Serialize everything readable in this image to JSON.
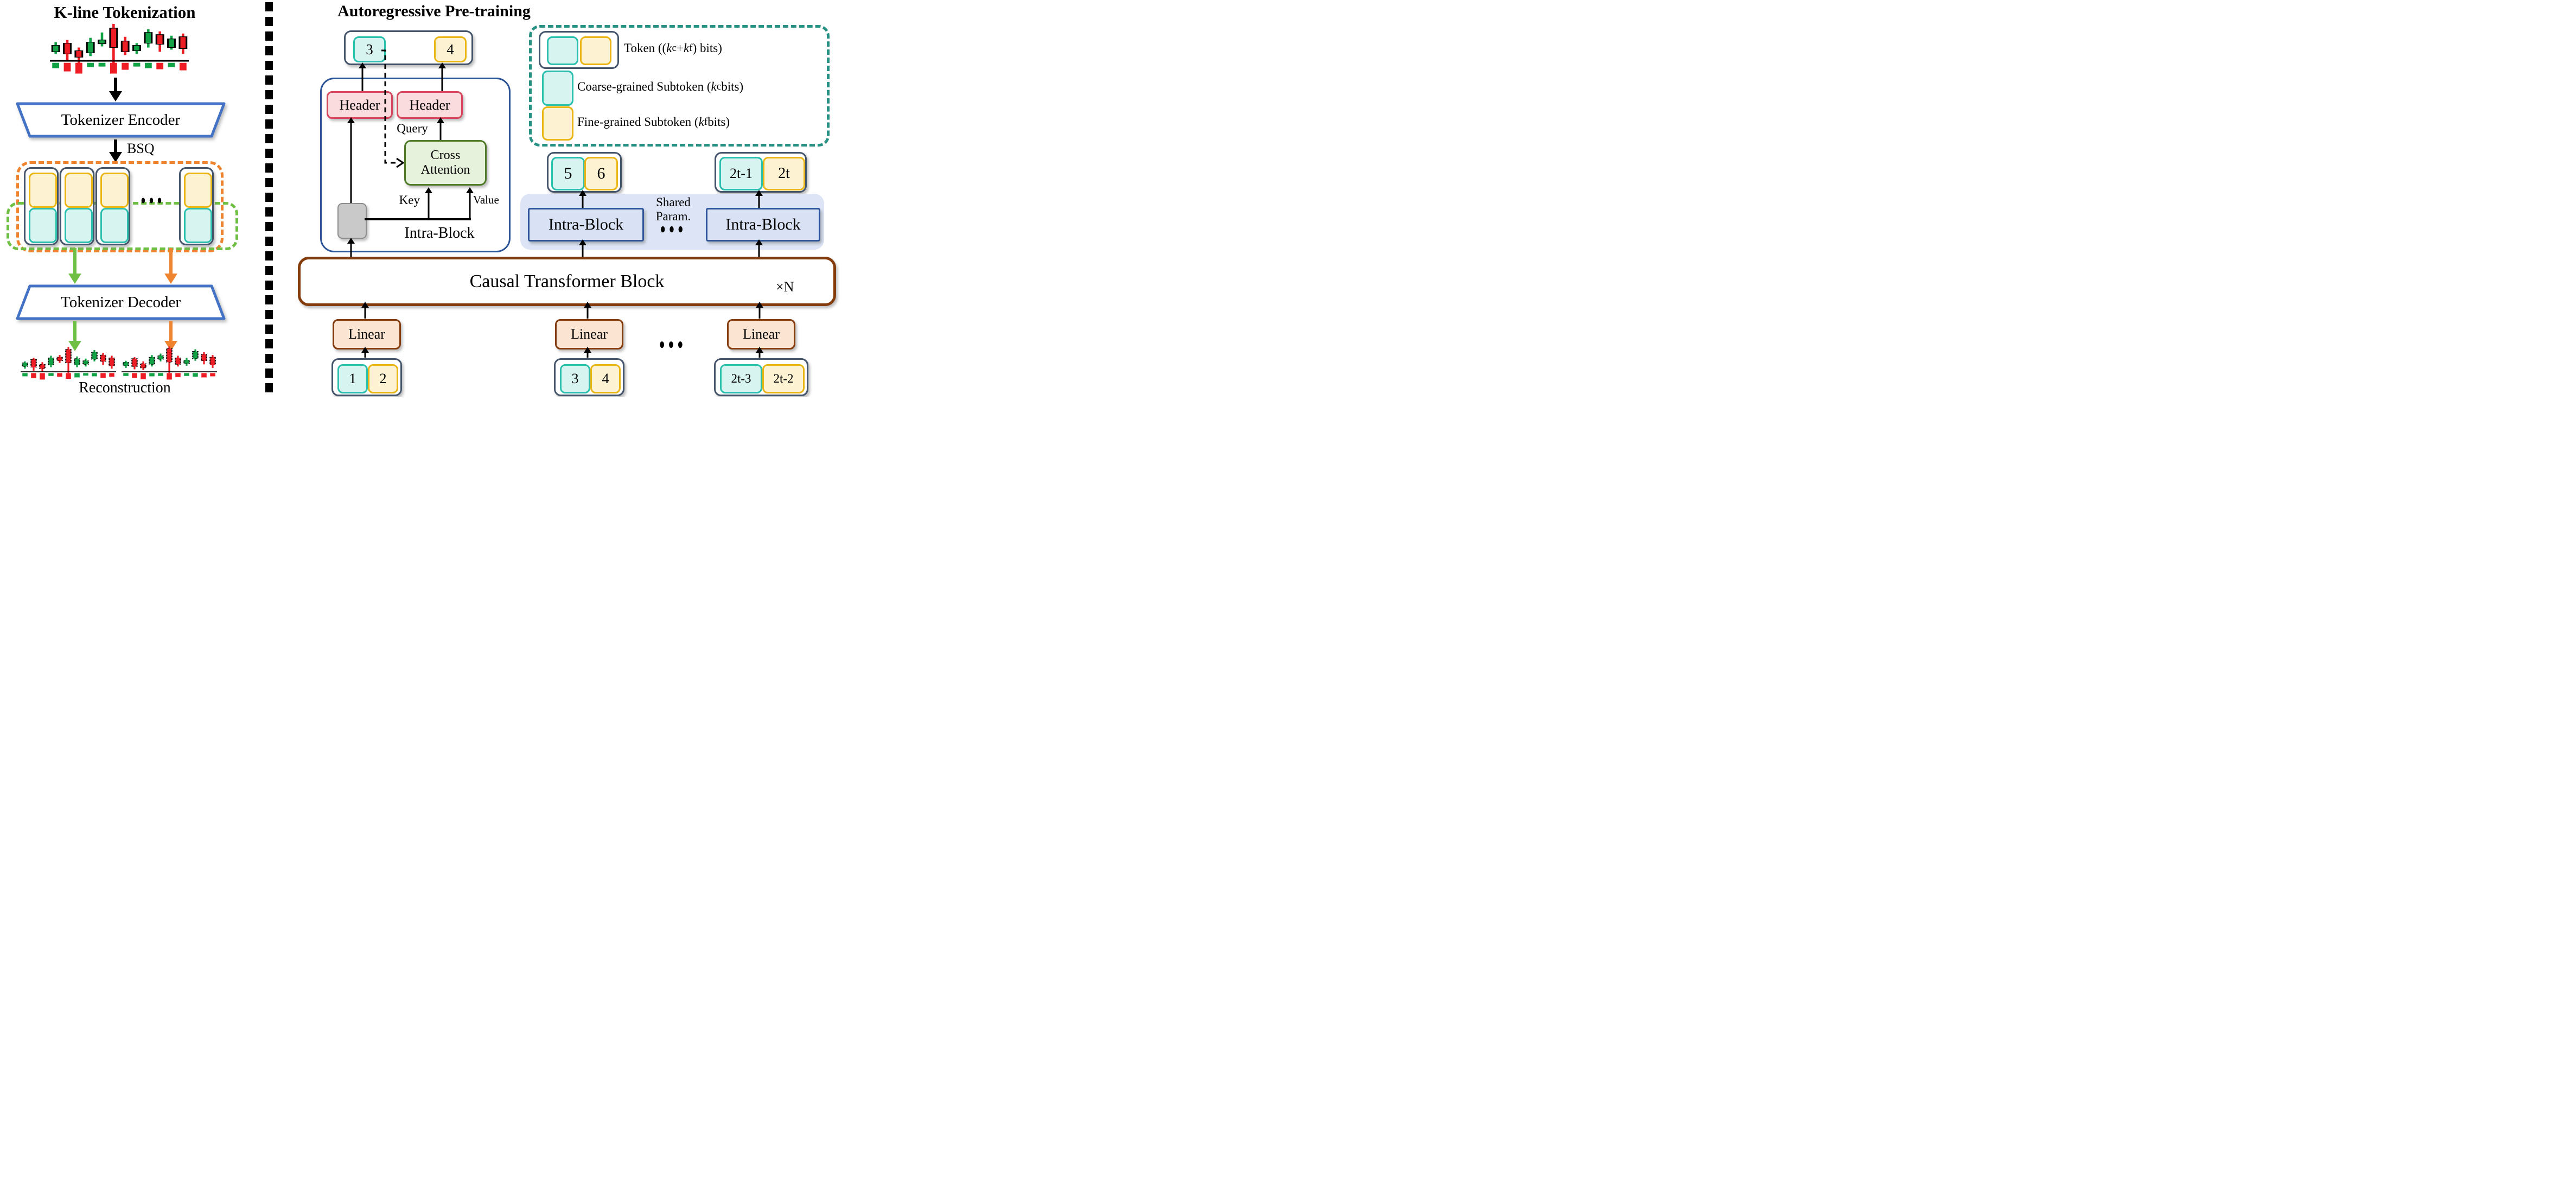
{
  "colors": {
    "candle_green": "#12a347",
    "candle_red": "#ee1c25",
    "accent_blue": "#4472c4",
    "dark_navy": "#44546a",
    "teal_fill": "#d8f4f0",
    "teal_border": "#2bbfae",
    "yellow_fill": "#fdf3d2",
    "yellow_border": "#e9b616",
    "pink_fill": "#fadbde",
    "pink_border": "#d6465c",
    "green_fill": "#e7f2dc",
    "green_border": "#4f7a28",
    "royal_blue": "#2e5597",
    "panel_lavender": "#dce4f6",
    "intra_fill": "#d9e2f4",
    "brown": "#843c0c",
    "linear_fill": "#fbe5d2",
    "orange_dash": "#ef8430",
    "green_dash": "#6fbf44",
    "legend_teal": "#279184",
    "gray_fill": "#c9c9c9",
    "gray_border": "#8c8c8c"
  },
  "left_panel": {
    "title": "K-line Tokenization",
    "encoder_label": "Tokenizer Encoder",
    "bsq_label": "BSQ",
    "ellipsis": "●●●",
    "decoder_label": "Tokenizer Decoder",
    "reconstruction_label": "Reconstruction"
  },
  "right_panel": {
    "title": "Autoregressive Pre-training",
    "top_token": {
      "coarse": "3",
      "fine": "4"
    },
    "header_labels": [
      "Header",
      "Header"
    ],
    "query_label": "Query",
    "key_label": "Key",
    "value_label": "Value",
    "cross_attention_label": "Cross Attention",
    "intra_block_label": "Intra-Block",
    "legend": {
      "token_label": "Token ((*k*_{c} + *k*_{f}) bits)",
      "coarse_label": "Coarse-grained Subtoken (*k*_{c} bits)",
      "fine_label": "Fine-grained Subtoken (*k*_{f} bits)"
    },
    "mid_tokens": [
      {
        "coarse": "5",
        "fine": "6"
      },
      {
        "coarse": "2t-1",
        "fine": "2t"
      }
    ],
    "shared_param_line1": "Shared",
    "shared_param_line2": "Param.",
    "intra_block_boxes": [
      "Intra-Block",
      "Intra-Block"
    ],
    "ellipsis_mid": "●●●",
    "transformer_label": "Causal Transformer Block",
    "repeat_label": "×N",
    "linear_labels": [
      "Linear",
      "Linear",
      "Linear"
    ],
    "ellipsis_bottom": "●●●",
    "bottom_tokens": [
      {
        "coarse": "1",
        "fine": "2"
      },
      {
        "coarse": "3",
        "fine": "4"
      },
      {
        "coarse": "2t-3",
        "fine": "2t-2"
      }
    ]
  },
  "chart_data": {
    "type": "candlestick",
    "input": {
      "dashed": false,
      "candles": [
        {
          "c": "g",
          "wick": [
            38,
            60
          ],
          "body": [
            44,
            56
          ]
        },
        {
          "c": "r",
          "wick": [
            34,
            74
          ],
          "body": [
            40,
            60
          ]
        },
        {
          "c": "r",
          "wick": [
            48,
            80
          ],
          "body": [
            54,
            66
          ]
        },
        {
          "c": "g",
          "wick": [
            30,
            64
          ],
          "body": [
            38,
            58
          ]
        },
        {
          "c": "g",
          "wick": [
            20,
            46
          ],
          "body": [
            34,
            41
          ]
        },
        {
          "c": "r",
          "wick": [
            4,
            82
          ],
          "body": [
            12,
            48
          ]
        },
        {
          "c": "r",
          "wick": [
            28,
            62
          ],
          "body": [
            36,
            56
          ]
        },
        {
          "c": "g",
          "wick": [
            40,
            60
          ],
          "body": [
            44,
            54
          ]
        },
        {
          "c": "g",
          "wick": [
            14,
            48
          ],
          "body": [
            20,
            40
          ]
        },
        {
          "c": "r",
          "wick": [
            18,
            56
          ],
          "body": [
            24,
            42
          ]
        },
        {
          "c": "g",
          "wick": [
            26,
            52
          ],
          "body": [
            32,
            48
          ]
        },
        {
          "c": "r",
          "wick": [
            22,
            60
          ],
          "body": [
            28,
            50
          ]
        }
      ],
      "volumes": [
        {
          "c": "g",
          "h": 10
        },
        {
          "c": "r",
          "h": 16
        },
        {
          "c": "r",
          "h": 20
        },
        {
          "c": "g",
          "h": 8
        },
        {
          "c": "g",
          "h": 7
        },
        {
          "c": "r",
          "h": 20
        },
        {
          "c": "r",
          "h": 13
        },
        {
          "c": "g",
          "h": 7
        },
        {
          "c": "g",
          "h": 10
        },
        {
          "c": "r",
          "h": 12
        },
        {
          "c": "g",
          "h": 8
        },
        {
          "c": "r",
          "h": 14
        }
      ]
    },
    "reconstruction_left": {
      "dashed": true,
      "candles": [
        {
          "c": "g",
          "wick": [
            44,
            64
          ],
          "body": [
            48,
            58
          ]
        },
        {
          "c": "r",
          "wick": [
            34,
            70
          ],
          "body": [
            38,
            60
          ]
        },
        {
          "c": "r",
          "wick": [
            46,
            72
          ],
          "body": [
            52,
            64
          ]
        },
        {
          "c": "g",
          "wick": [
            28,
            60
          ],
          "body": [
            34,
            54
          ]
        },
        {
          "c": "r",
          "wick": [
            26,
            48
          ],
          "body": [
            32,
            42
          ]
        },
        {
          "c": "r",
          "wick": [
            4,
            76
          ],
          "body": [
            10,
            48
          ]
        },
        {
          "c": "g",
          "wick": [
            30,
            60
          ],
          "body": [
            36,
            54
          ]
        },
        {
          "c": "g",
          "wick": [
            36,
            58
          ],
          "body": [
            42,
            52
          ]
        },
        {
          "c": "g",
          "wick": [
            12,
            44
          ],
          "body": [
            18,
            38
          ]
        },
        {
          "c": "r",
          "wick": [
            20,
            54
          ],
          "body": [
            26,
            44
          ]
        },
        {
          "c": "r",
          "wick": [
            28,
            64
          ],
          "body": [
            34,
            56
          ]
        }
      ],
      "volumes": [
        {
          "c": "g",
          "h": 9
        },
        {
          "c": "r",
          "h": 14
        },
        {
          "c": "r",
          "h": 18
        },
        {
          "c": "g",
          "h": 8
        },
        {
          "c": "r",
          "h": 10
        },
        {
          "c": "r",
          "h": 16
        },
        {
          "c": "g",
          "h": 12
        },
        {
          "c": "g",
          "h": 7
        },
        {
          "c": "g",
          "h": 9
        },
        {
          "c": "r",
          "h": 13
        },
        {
          "c": "r",
          "h": 10
        }
      ]
    },
    "reconstruction_right": {
      "dashed": true,
      "candles": [
        {
          "c": "g",
          "wick": [
            42,
            62
          ],
          "body": [
            46,
            56
          ]
        },
        {
          "c": "r",
          "wick": [
            32,
            66
          ],
          "body": [
            36,
            58
          ]
        },
        {
          "c": "r",
          "wick": [
            44,
            68
          ],
          "body": [
            50,
            62
          ]
        },
        {
          "c": "g",
          "wick": [
            26,
            58
          ],
          "body": [
            32,
            52
          ]
        },
        {
          "c": "g",
          "wick": [
            22,
            44
          ],
          "body": [
            28,
            38
          ]
        },
        {
          "c": "r",
          "wick": [
            2,
            76
          ],
          "body": [
            8,
            46
          ]
        },
        {
          "c": "r",
          "wick": [
            28,
            58
          ],
          "body": [
            34,
            52
          ]
        },
        {
          "c": "g",
          "wick": [
            34,
            56
          ],
          "body": [
            40,
            50
          ]
        },
        {
          "c": "g",
          "wick": [
            10,
            42
          ],
          "body": [
            16,
            36
          ]
        },
        {
          "c": "r",
          "wick": [
            18,
            52
          ],
          "body": [
            24,
            42
          ]
        },
        {
          "c": "r",
          "wick": [
            26,
            62
          ],
          "body": [
            32,
            54
          ]
        }
      ],
      "volumes": [
        {
          "c": "g",
          "h": 8
        },
        {
          "c": "r",
          "h": 13
        },
        {
          "c": "r",
          "h": 17
        },
        {
          "c": "g",
          "h": 9
        },
        {
          "c": "g",
          "h": 8
        },
        {
          "c": "r",
          "h": 18
        },
        {
          "c": "r",
          "h": 11
        },
        {
          "c": "g",
          "h": 8
        },
        {
          "c": "g",
          "h": 10
        },
        {
          "c": "r",
          "h": 12
        },
        {
          "c": "r",
          "h": 9
        }
      ]
    }
  }
}
